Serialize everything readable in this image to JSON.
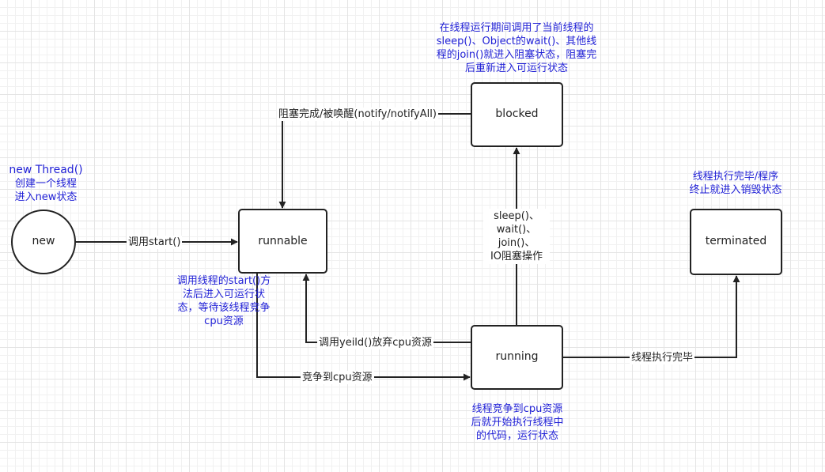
{
  "colors": {
    "note_text": "#1f1fd6",
    "stroke": "#222222"
  },
  "nodes": {
    "new": "new",
    "runnable": "runnable",
    "blocked": "blocked",
    "running": "running",
    "terminated": "terminated"
  },
  "notes": {
    "new_thread": [
      "new Thread()",
      "创建一个线程",
      "进入new状态"
    ],
    "blocked_desc": [
      "在线程运行期间调用了当前线程的",
      "sleep()、Object的wait()、其他线",
      "程的join()就进入阻塞状态，阻塞完",
      "后重新进入可运行状态"
    ],
    "runnable_desc": [
      "调用线程的start()方",
      "法后进入可运行状",
      "态，等待该线程竞争",
      "cpu资源"
    ],
    "running_desc": [
      "线程竞争到cpu资源",
      "后就开始执行线程中",
      "的代码，运行状态"
    ],
    "terminated_desc": [
      "线程执行完毕/程序",
      "终止就进入销毁状态"
    ]
  },
  "edges": {
    "new_to_runnable": "调用start()",
    "blocked_to_runnable": "阻塞完成/被唤醒(notify/notifyAll)",
    "running_to_blocked": [
      "sleep()、",
      "wait()、",
      "join()、",
      "IO阻塞操作"
    ],
    "running_to_runnable": "调用yeild()放弃cpu资源",
    "runnable_to_running": "竞争到cpu资源",
    "running_to_terminated": "线程执行完毕"
  }
}
